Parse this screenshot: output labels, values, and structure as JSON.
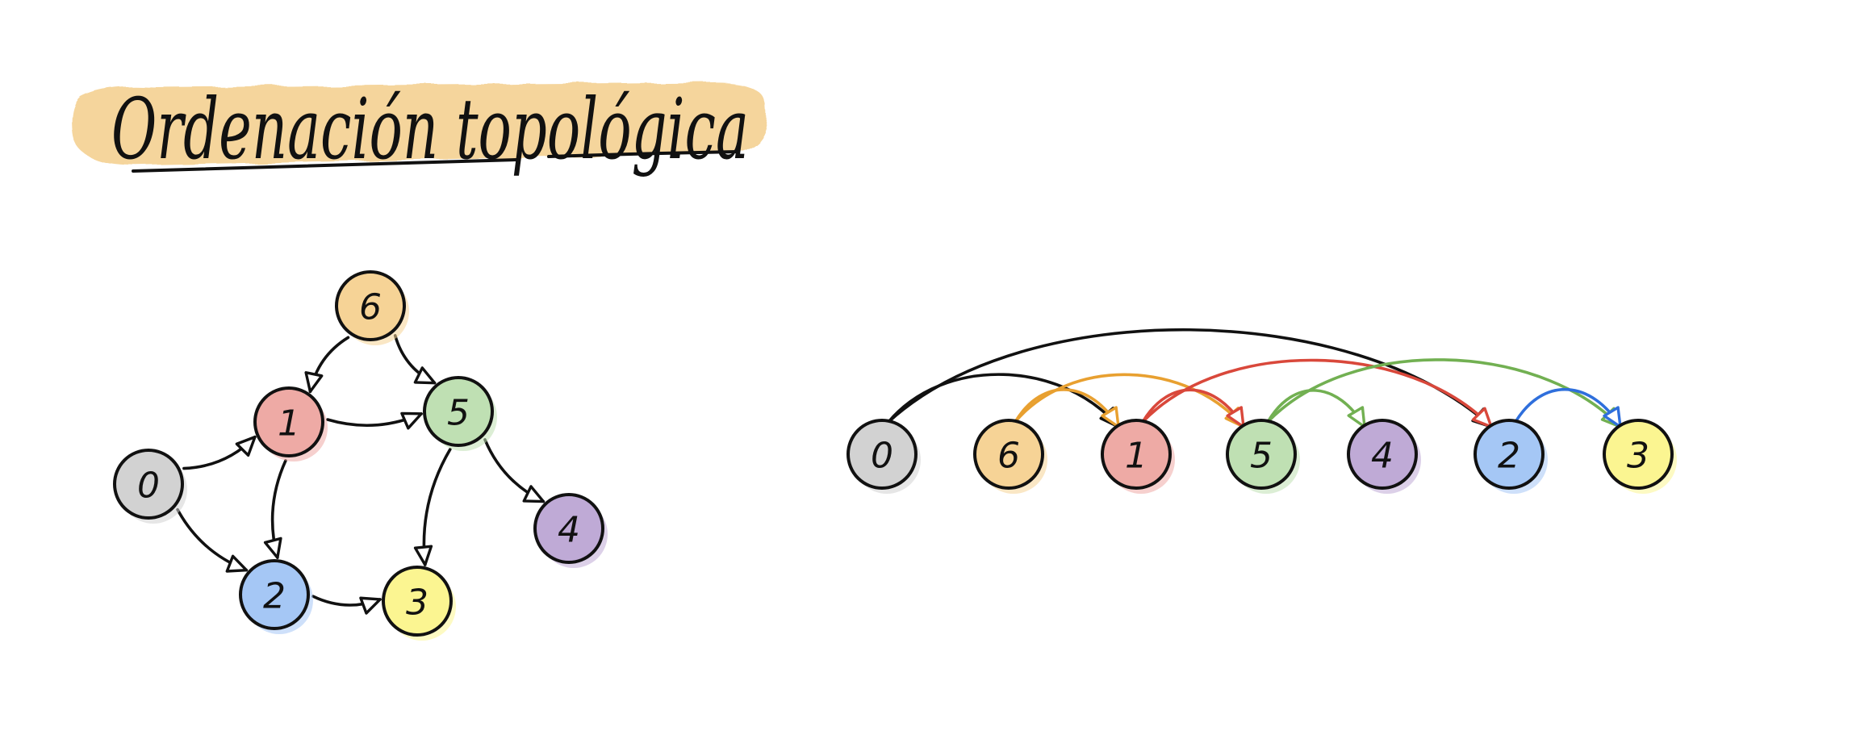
{
  "title": "Ordenación topológica",
  "graph": {
    "nodes": [
      {
        "id": "6",
        "label": "6",
        "color": "#f6d396"
      },
      {
        "id": "1",
        "label": "1",
        "color": "#eeaaa5"
      },
      {
        "id": "5",
        "label": "5",
        "color": "#bfe0b3"
      },
      {
        "id": "0",
        "label": "0",
        "color": "#d2d2d2"
      },
      {
        "id": "2",
        "label": "2",
        "color": "#a5c7f5"
      },
      {
        "id": "3",
        "label": "3",
        "color": "#fbf591"
      },
      {
        "id": "4",
        "label": "4",
        "color": "#bfaad6"
      }
    ],
    "edges": [
      {
        "from": "6",
        "to": "1"
      },
      {
        "from": "6",
        "to": "5"
      },
      {
        "from": "1",
        "to": "5"
      },
      {
        "from": "0",
        "to": "1"
      },
      {
        "from": "0",
        "to": "2"
      },
      {
        "from": "1",
        "to": "2"
      },
      {
        "from": "2",
        "to": "3"
      },
      {
        "from": "5",
        "to": "3"
      },
      {
        "from": "5",
        "to": "4"
      }
    ]
  },
  "ordering": {
    "sequence": [
      "0",
      "6",
      "1",
      "5",
      "4",
      "2",
      "3"
    ],
    "edges": [
      {
        "from": "0",
        "to": "2",
        "color": "#111111"
      },
      {
        "from": "0",
        "to": "1",
        "color": "#111111"
      },
      {
        "from": "6",
        "to": "5",
        "color": "#e8a030"
      },
      {
        "from": "6",
        "to": "1",
        "color": "#e8a030"
      },
      {
        "from": "1",
        "to": "2",
        "color": "#d9483b"
      },
      {
        "from": "1",
        "to": "5",
        "color": "#d9483b"
      },
      {
        "from": "5",
        "to": "3",
        "color": "#72b052"
      },
      {
        "from": "5",
        "to": "4",
        "color": "#72b052"
      },
      {
        "from": "2",
        "to": "3",
        "color": "#2f6fdc"
      }
    ]
  }
}
